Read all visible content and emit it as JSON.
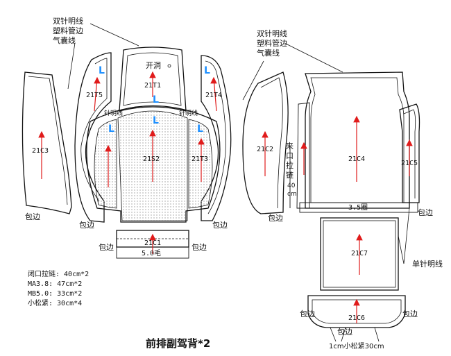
{
  "pieces": {
    "c3": "21C3",
    "t5": "21T5",
    "t1": "21T1",
    "t4": "21T4",
    "s2": "21S2",
    "t3": "21T3",
    "c2": "21C2",
    "c1": "21C1",
    "c4": "21C4",
    "c5": "21C5",
    "c7": "21C7",
    "c6": "21C6"
  },
  "annotations": {
    "stitch_left": [
      "双针明线",
      "塑料管边",
      "气囊线"
    ],
    "stitch_right": [
      "双针明线",
      "塑料管边",
      "气囊线"
    ],
    "opening": "开洞",
    "binding": "包边",
    "seam": "针明线",
    "zipper_vertical": [
      "来",
      "口",
      "拉",
      "链",
      "40",
      "cm"
    ],
    "strip_c1": "5.0毛",
    "strip_c4": "3.5圈",
    "single_stitch": "单针明线",
    "elastic_bottom": "1cm小松紧30cm",
    "direction_mark": "L"
  },
  "notes": [
    "闭口拉链: 40cm*2",
    "MA3.8: 47cm*2",
    "MB5.0: 33cm*2",
    "小松紧: 30cm*4"
  ],
  "title": "前排副驾背*2",
  "colors": {
    "outline": "#111111",
    "grain_arrow": "#e01b1b",
    "direction_mark": "#1e90ff",
    "perforation": "#9a9a9a"
  }
}
